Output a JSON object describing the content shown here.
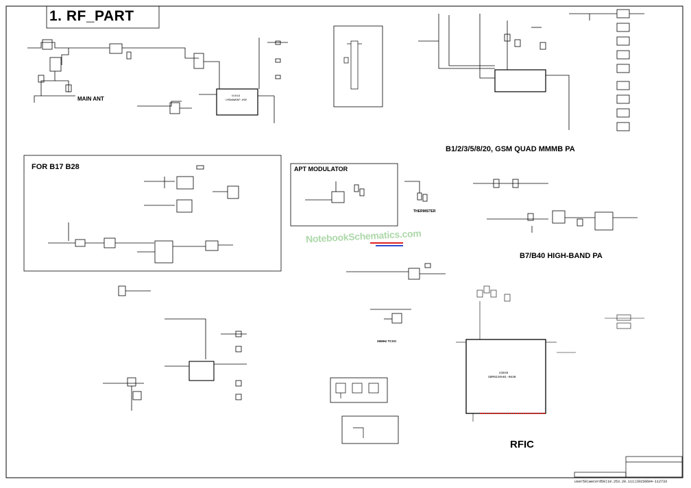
{
  "sheet_title": "1. RF_PART",
  "sections": {
    "main_ant": "MAIN ANT",
    "b17_b28": "FOR B17 B28",
    "apt_modulator": "APT MODULATOR",
    "thermistor": "THERMISTER",
    "gsm_pa": "B1/2/3/5/8/20, GSM QUAD MMMB PA",
    "b7b40_pa": "B7/B40 HIGH-BAND PA",
    "tcxo": "26MHz TCXO",
    "rfic": "RFIC"
  },
  "parts": {
    "u1019_ref": "U1019",
    "u1019_pn": "LMSW9WGKP-H6E",
    "u1045_ref": "U1045",
    "u1045_pn": "SDM9220A01-9630"
  },
  "watermark": "NotebookSchematics.com",
  "footer_code": "user59|wecord59|10.253.20.111|20150604-112733",
  "colors": {
    "ink": "#000000",
    "watermark": "#9fd29b",
    "accent_red": "#e02020",
    "accent_blue": "#2a4bd0"
  }
}
